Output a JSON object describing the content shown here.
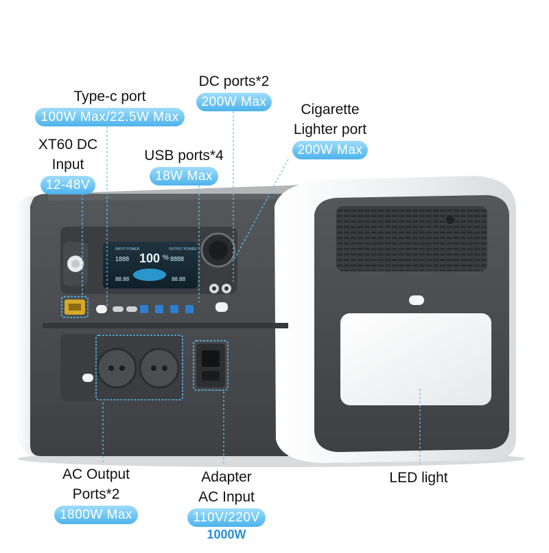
{
  "annotations": {
    "type_c": {
      "title": "Type-c port",
      "spec": "100W Max/22.5W Max"
    },
    "dc_ports": {
      "title": "DC ports*2",
      "spec": "200W Max"
    },
    "cigarette": {
      "title_line1": "Cigarette",
      "title_line2": "Lighter port",
      "spec": "200W Max"
    },
    "xt60": {
      "title_line1": "XT60 DC",
      "title_line2": "Input",
      "spec": "12-48V"
    },
    "usb": {
      "title": "USB ports*4",
      "spec": "18W Max"
    },
    "ac_output": {
      "title_line1": "AC Output",
      "title_line2": "Ports*2",
      "spec": "1800W Max"
    },
    "adapter": {
      "title_line1": "Adapter",
      "title_line2": "AC Input",
      "spec": "110V/220V",
      "spec2": "1000W"
    },
    "led": {
      "title": "LED light"
    }
  },
  "display": {
    "center_value": "100",
    "center_unit": "%",
    "left_value": "1888",
    "right_value": "8888",
    "left_small": "88.88",
    "right_small": "88.88",
    "left_caption": "INPUT POWER",
    "right_caption": "OUTPUT POWER"
  },
  "colors": {
    "pill_light": "#9edcfa",
    "pill_dark": "#4cb3ec",
    "body_dark": "#4a4c4f",
    "shell_white": "#f4f5f6"
  }
}
